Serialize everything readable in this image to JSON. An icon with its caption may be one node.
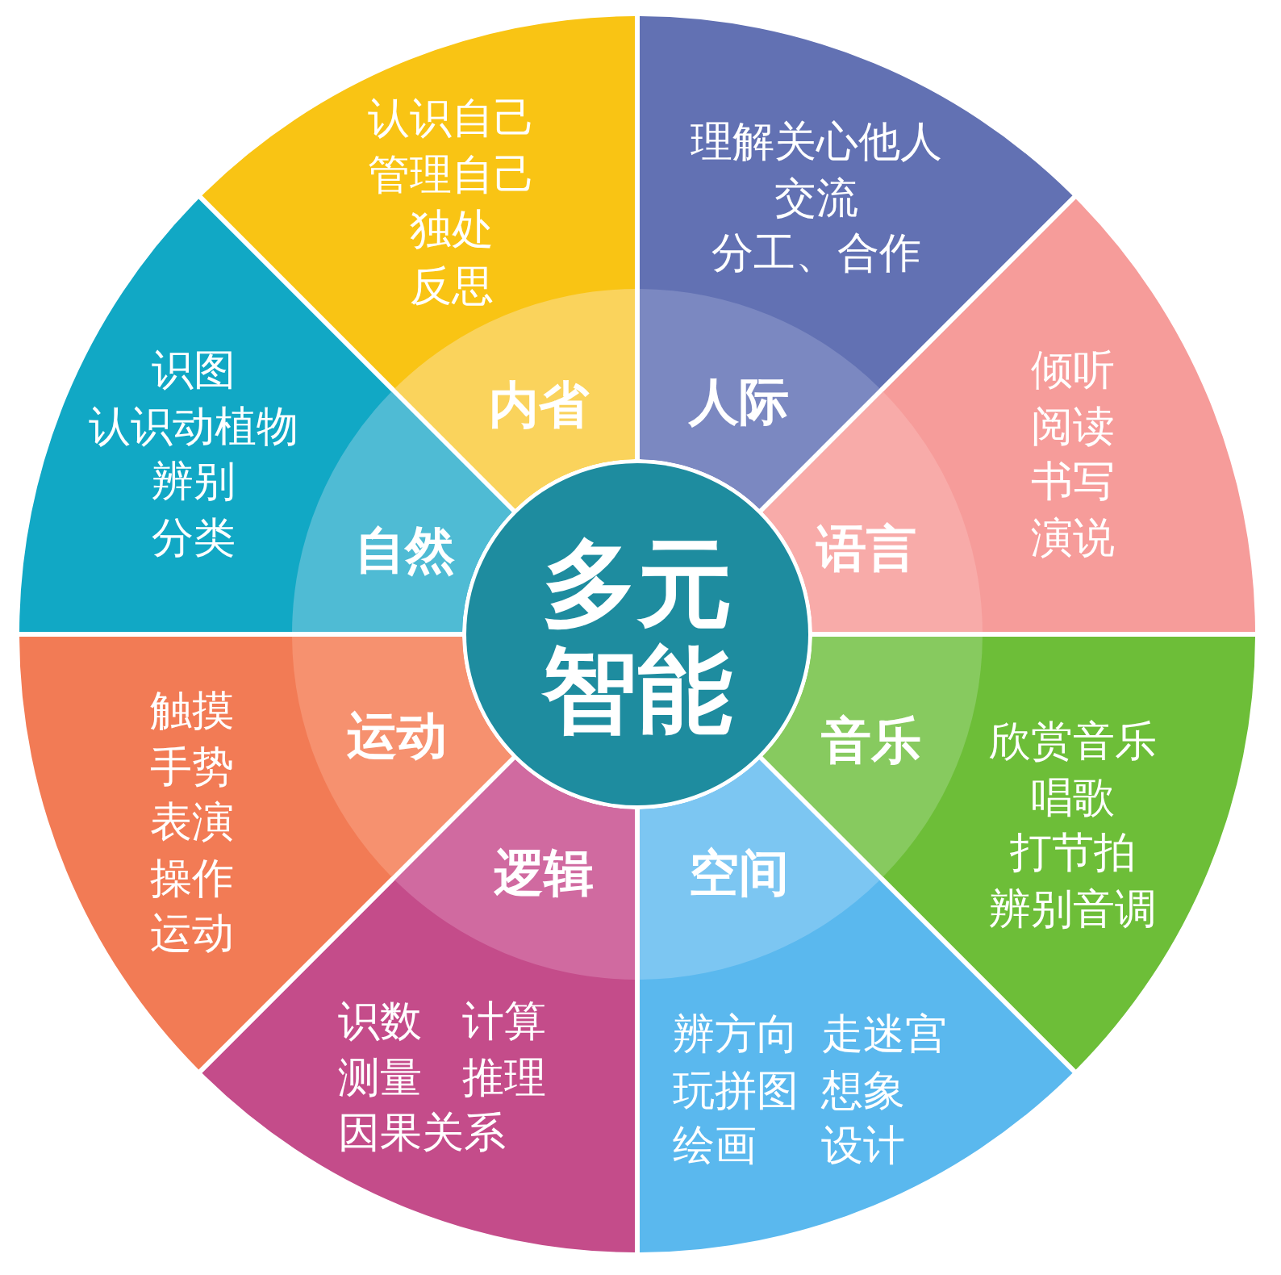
{
  "diagram": {
    "nodes": [
      {
        "text": [
          "多元智能"
        ]
      },
      {
        "text": [
          "认识自己",
          "管理自己",
          "独处",
          "反思",
          "内省"
        ]
      },
      {
        "text": [
          "理解关心他人",
          "交流",
          "分工、合作",
          "人际"
        ]
      },
      {
        "text": [
          "语言",
          "倾听",
          "阅读",
          "书写",
          "演说"
        ]
      },
      {
        "text": [
          "音乐",
          "欣赏音乐",
          "唱歌",
          "打节拍",
          "辨别音调"
        ]
      },
      {
        "text": [
          "空间",
          "辨方向",
          "走迷宫",
          "玩拼图",
          "想象",
          "绘画",
          "设计"
        ]
      },
      {
        "text": [
          "逻辑",
          "识数",
          "计算",
          "测量",
          "推理",
          "因果关系"
        ]
      },
      {
        "text": [
          "运动",
          "触摸",
          "手势",
          "表演",
          "操作",
          "运动"
        ]
      },
      {
        "text": [
          "自然",
          "识图",
          "认识动植物",
          "辨别",
          "分类"
        ]
      }
    ]
  }
}
